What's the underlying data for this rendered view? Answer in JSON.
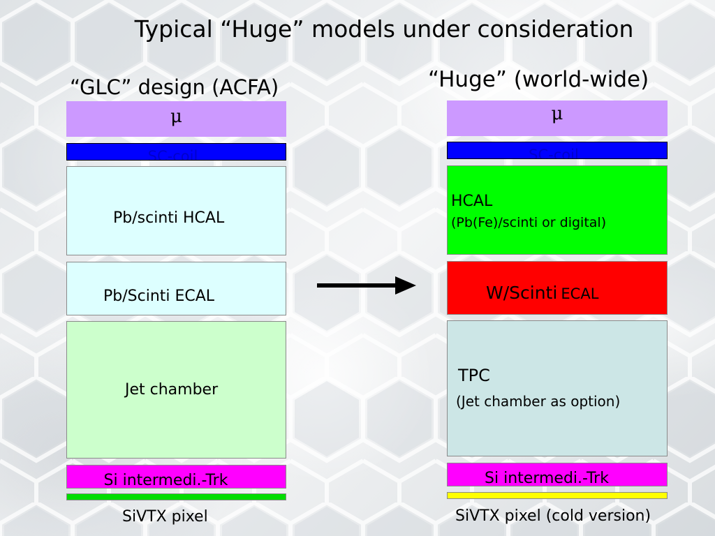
{
  "title": "Typical “Huge” models under consideration",
  "left": {
    "header": "“GLC” design (ACFA)",
    "mu": "μ",
    "sc_coil": "SC-coil",
    "hcal": "Pb/scinti HCAL",
    "ecal": "Pb/Scinti ECAL",
    "tracker": "Jet chamber",
    "si_trk": "Si intermedi.-Trk",
    "vtx": "SiVTX pixel"
  },
  "right": {
    "header": "“Huge” (world-wide)",
    "mu": "μ",
    "sc_coil": "SC-coil",
    "hcal": "HCAL",
    "hcal_sub": "(Pb(Fe)/scinti or digital)",
    "ecal_main": "W/Scinti",
    "ecal_suffix": "ECAL",
    "tracker": "TPC",
    "tracker_sub": "(Jet chamber as option)",
    "si_trk": "Si intermedi.-Trk",
    "vtx": "SiVTX pixel (cold version)"
  },
  "colors": {
    "mu_layer": "#cc99ff",
    "sc_coil": "#0000ff",
    "sc_coil_text": "#0000cc",
    "left_hcal": "#ddffff",
    "left_ecal": "#ddffff",
    "left_tracker": "#ccffcc",
    "si_trk": "#ff00ff",
    "left_vtx": "#00dd00",
    "right_hcal": "#00ff00",
    "right_ecal": "#ff0000",
    "right_tracker": "#cce6e6",
    "right_vtx": "#ffff00",
    "arrow": "#000000"
  }
}
